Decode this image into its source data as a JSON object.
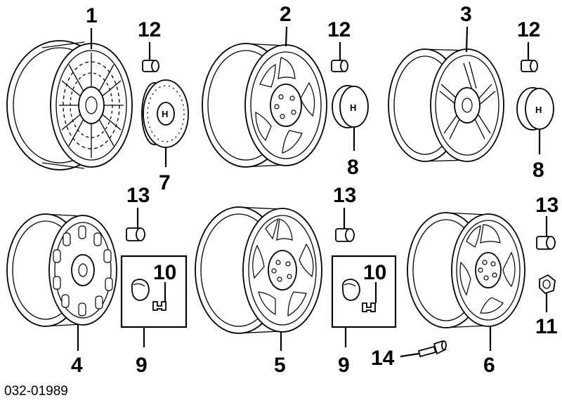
{
  "callouts": {
    "c1": "1",
    "c2": "2",
    "c3": "3",
    "c4": "4",
    "c5": "5",
    "c6": "6",
    "c7": "7",
    "c8a": "8",
    "c8b": "8",
    "c9a": "9",
    "c9b": "9",
    "c10a": "10",
    "c10b": "10",
    "c11": "11",
    "c12a": "12",
    "c12b": "12",
    "c12c": "12",
    "c13a": "13",
    "c13b": "13",
    "c13c": "13",
    "c14": "14"
  },
  "caption": "032-01989",
  "emblem": "H"
}
